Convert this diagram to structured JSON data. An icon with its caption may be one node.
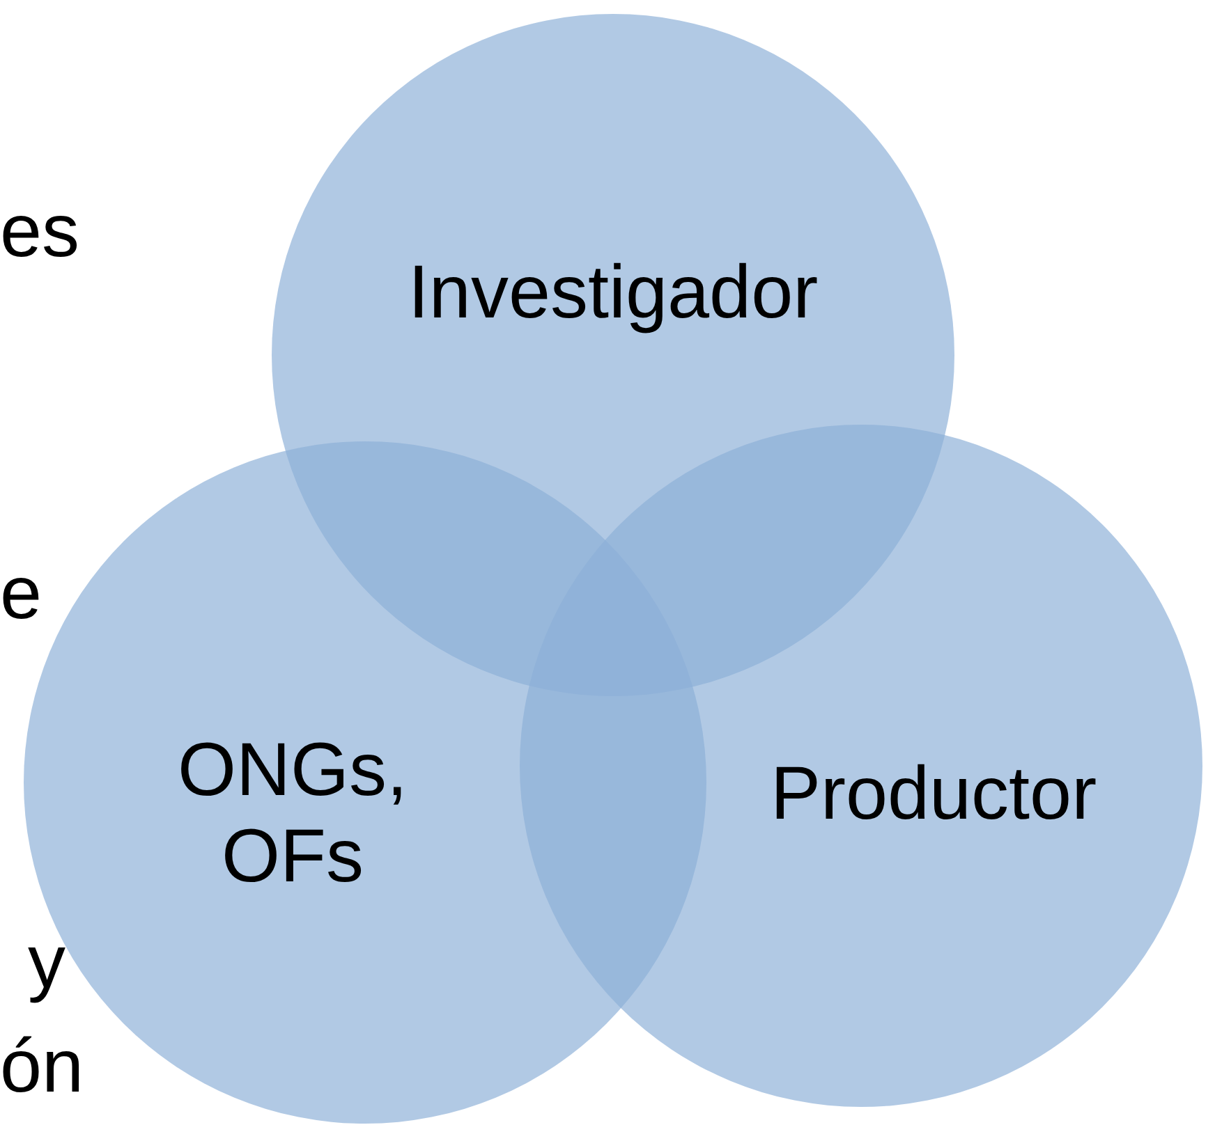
{
  "diagram": {
    "nodes": [
      {
        "text": [
          "Investigador"
        ]
      },
      {
        "text": [
          "ONGs, OFs"
        ]
      },
      {
        "text": [
          "Productor"
        ]
      }
    ],
    "labels": [
      "es",
      "e",
      "y",
      "ón"
    ]
  }
}
